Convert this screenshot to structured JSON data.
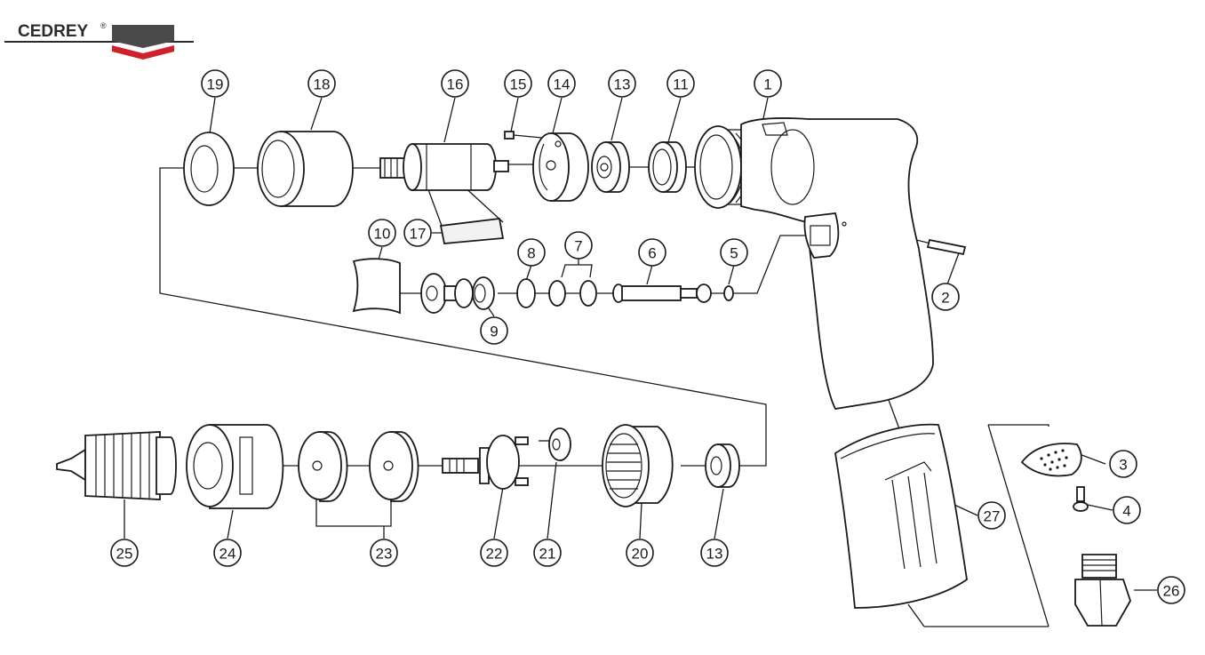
{
  "brand": {
    "name": "CEDREY",
    "registered_mark": "®",
    "colors": {
      "text": "#2b2b2b",
      "chevron_dark": "#4a4a4a",
      "chevron_red": "#d0202a"
    }
  },
  "callouts": {
    "c1": "1",
    "c2": "2",
    "c3": "3",
    "c4": "4",
    "c5": "5",
    "c6": "6",
    "c7": "7",
    "c8": "8",
    "c9": "9",
    "c10": "10",
    "c11": "11",
    "c13a": "13",
    "c13b": "13",
    "c14": "14",
    "c15": "15",
    "c16": "16",
    "c17": "17",
    "c18": "18",
    "c19": "19",
    "c20": "20",
    "c21": "21",
    "c22": "22",
    "c23": "23",
    "c24": "24",
    "c25": "25",
    "c26": "26",
    "c27": "27"
  }
}
